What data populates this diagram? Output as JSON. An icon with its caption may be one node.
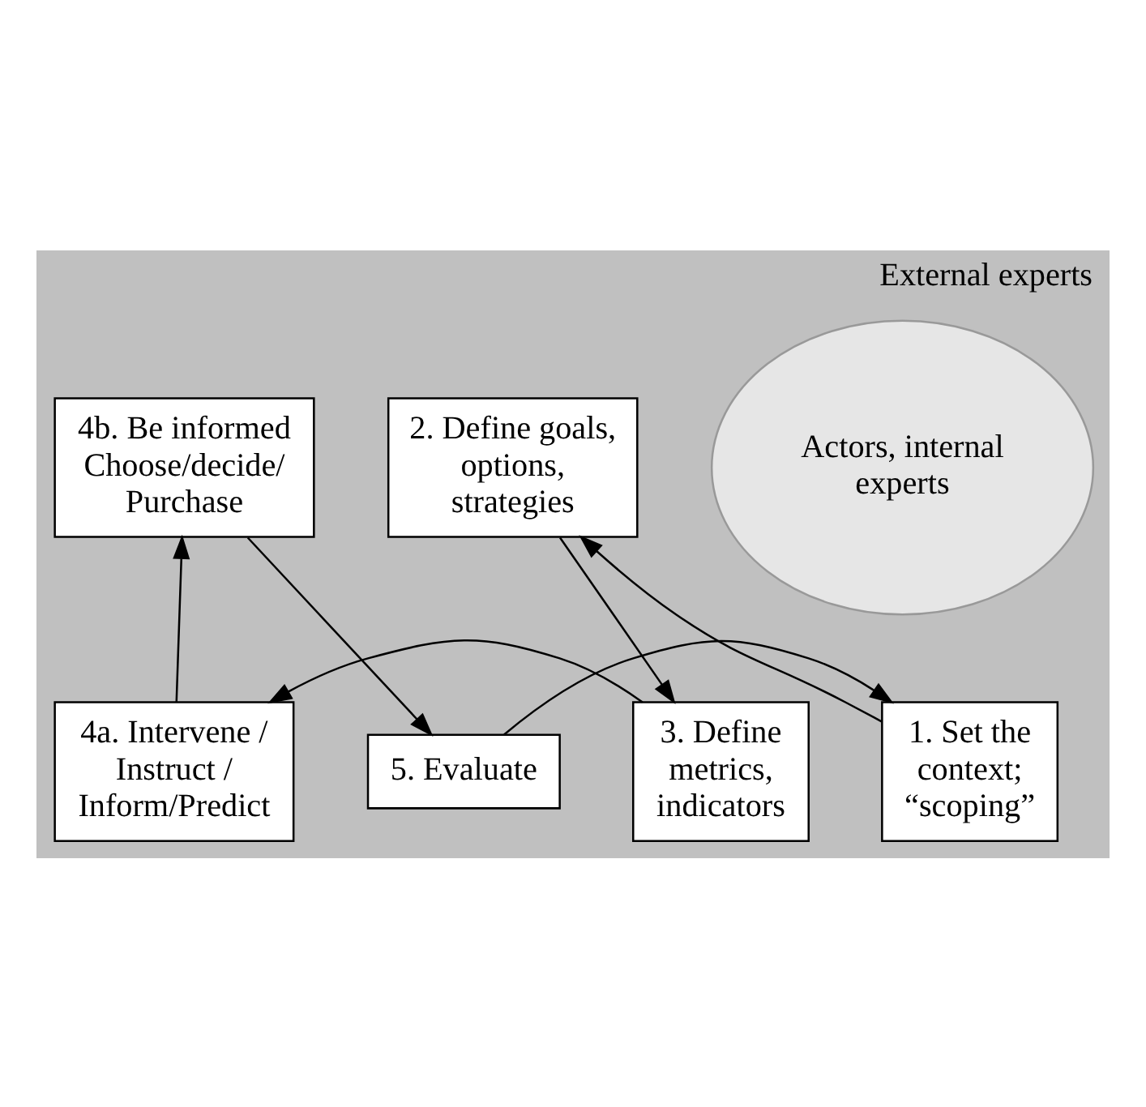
{
  "diagram": {
    "nodes": [
      {
        "text": [
          "External experts"
        ]
      },
      {
        "text": [
          "Actors, internal experts"
        ],
        "in": 0
      },
      {
        "text": [
          "1. Set the context; “scoping”"
        ],
        "in": 0
      },
      {
        "text": [
          "2. Define goals, options, strategies"
        ],
        "in": 0
      },
      {
        "text": [
          "3. Define metrics, indicators"
        ],
        "in": 0
      },
      {
        "text": [
          "4a. Intervene / Instruct / Inform/Predict"
        ],
        "in": 0
      },
      {
        "text": [
          "4b. Be informed Choose/decide/ Purchase"
        ],
        "in": 0
      },
      {
        "text": [
          "5. Evaluate"
        ],
        "in": 0
      }
    ],
    "edges": [
      {
        "from": 2,
        "to": 3,
        "arrow": "to"
      },
      {
        "from": 3,
        "to": 4,
        "arrow": "to"
      },
      {
        "from": 4,
        "to": 5,
        "arrow": "to"
      },
      {
        "from": 5,
        "to": 6,
        "arrow": "to"
      },
      {
        "from": 6,
        "to": 7,
        "arrow": "to"
      },
      {
        "from": 7,
        "to": 2,
        "arrow": "to"
      }
    ]
  }
}
